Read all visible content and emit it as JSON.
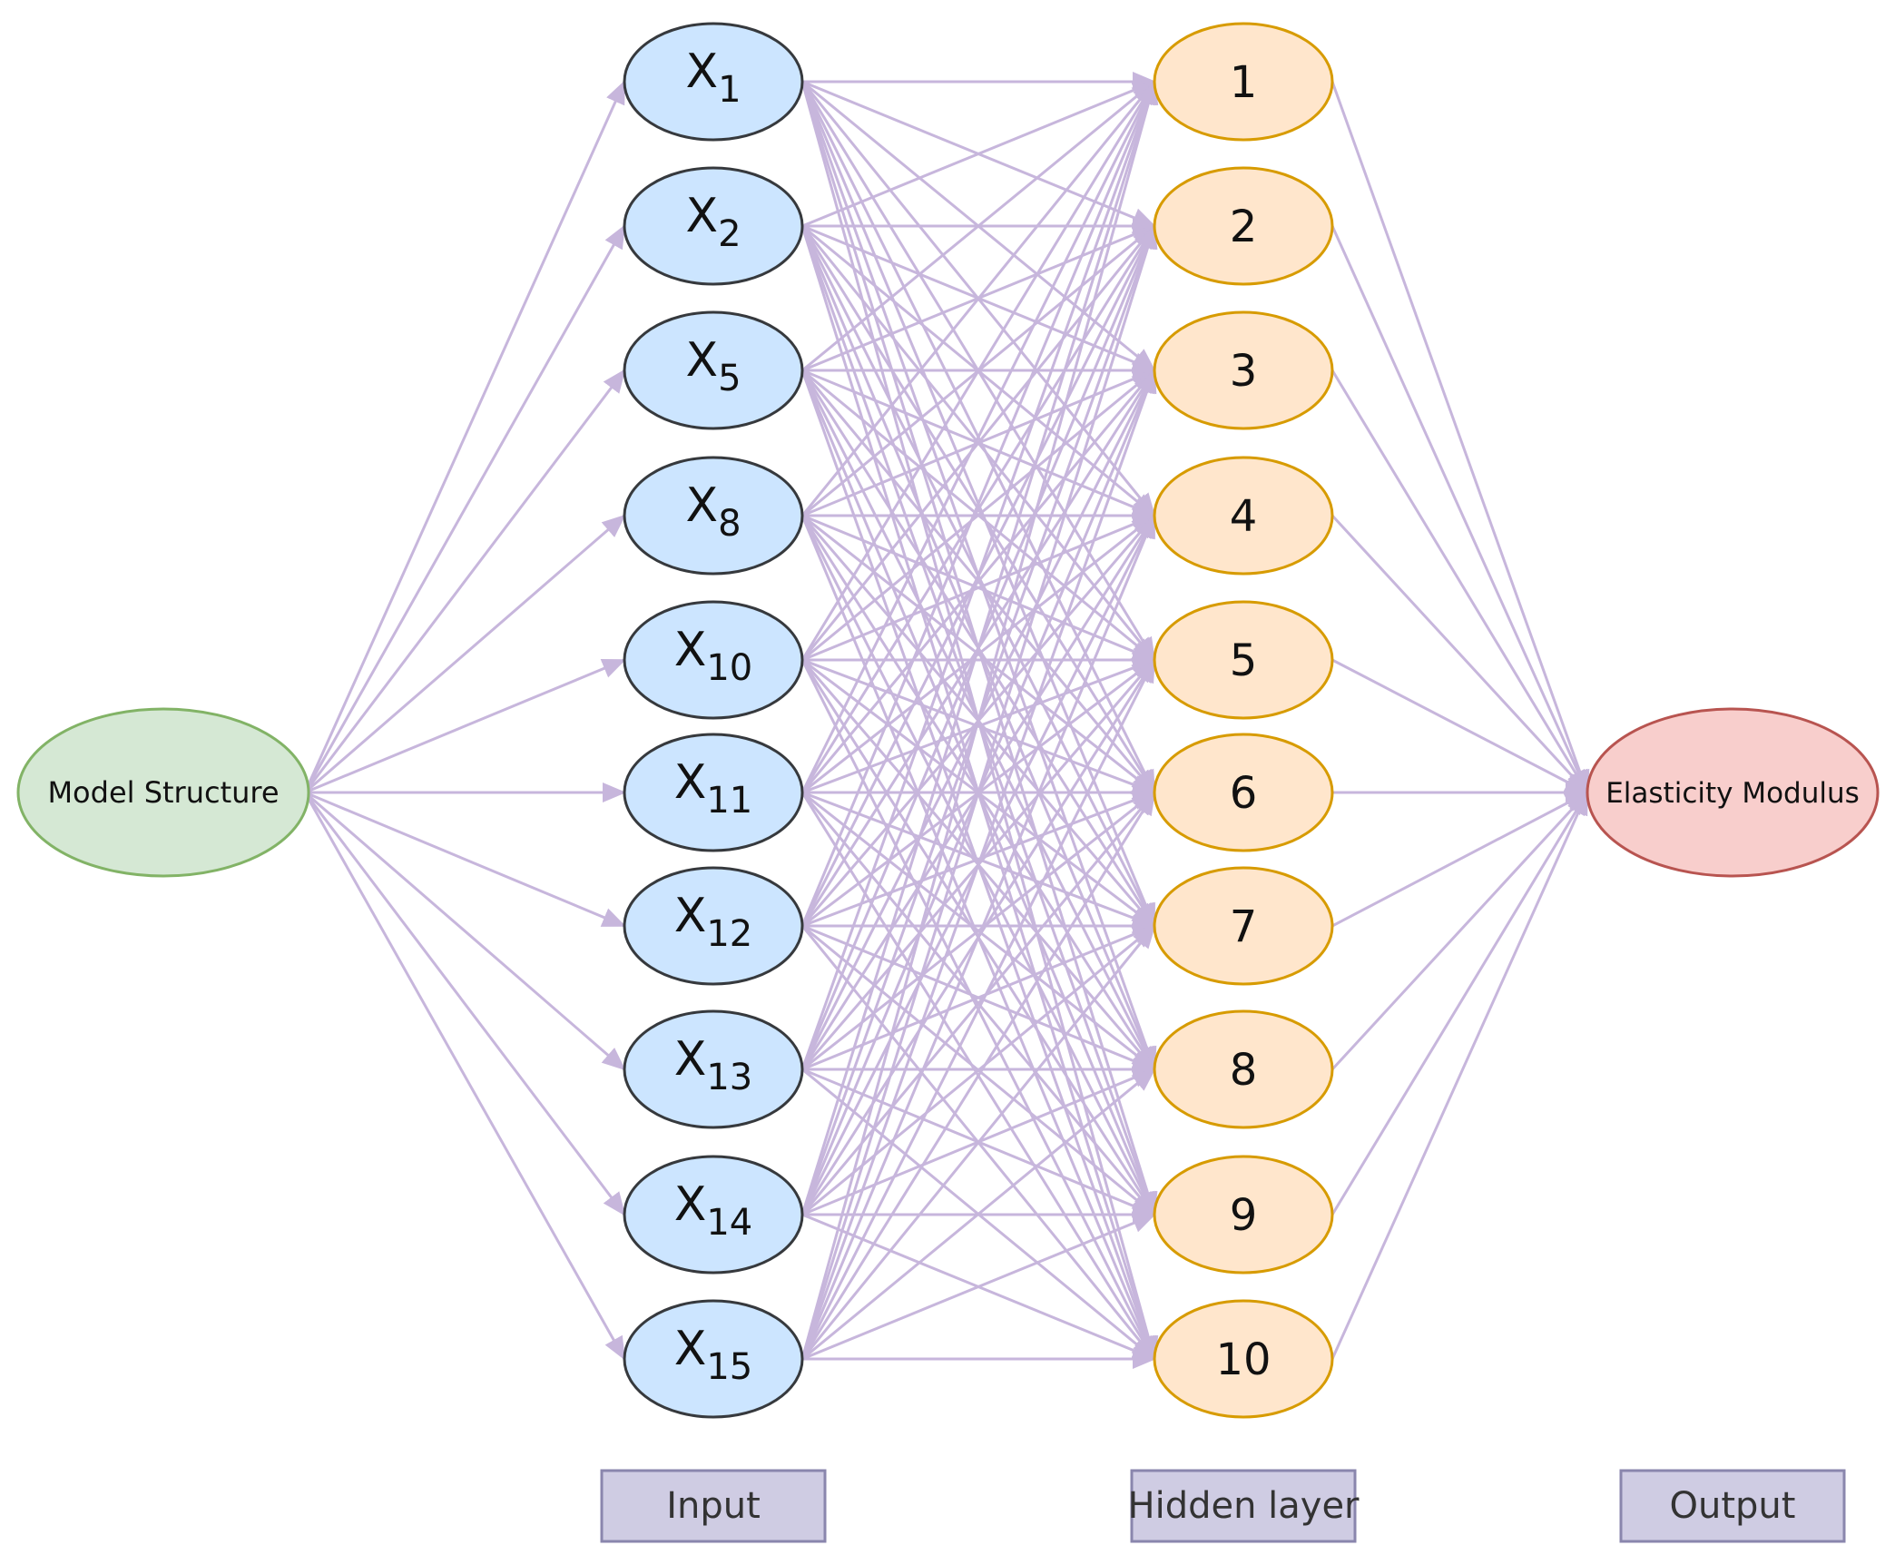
{
  "source": {
    "label": "Model Structure"
  },
  "inputs": [
    {
      "base": "X",
      "sub": "1"
    },
    {
      "base": "X",
      "sub": "2"
    },
    {
      "base": "X",
      "sub": "5"
    },
    {
      "base": "X",
      "sub": "8"
    },
    {
      "base": "X",
      "sub": "10"
    },
    {
      "base": "X",
      "sub": "11"
    },
    {
      "base": "X",
      "sub": "12"
    },
    {
      "base": "X",
      "sub": "13"
    },
    {
      "base": "X",
      "sub": "14"
    },
    {
      "base": "X",
      "sub": "15"
    }
  ],
  "hidden": [
    "1",
    "2",
    "3",
    "4",
    "5",
    "6",
    "7",
    "8",
    "9",
    "10"
  ],
  "output": {
    "label": "Elasticity Modulus"
  },
  "legend": {
    "input": "Input",
    "hidden": "Hidden layer",
    "output": "Output"
  },
  "colors": {
    "source_fill": "#d5e8d4",
    "source_stroke": "#82b366",
    "input_fill": "#cce5ff",
    "input_stroke": "#36393d",
    "hidden_fill": "#ffe6cc",
    "hidden_stroke": "#d79b00",
    "output_fill": "#f8cecc",
    "output_stroke": "#b85450",
    "edge": "#c7b6dc"
  }
}
